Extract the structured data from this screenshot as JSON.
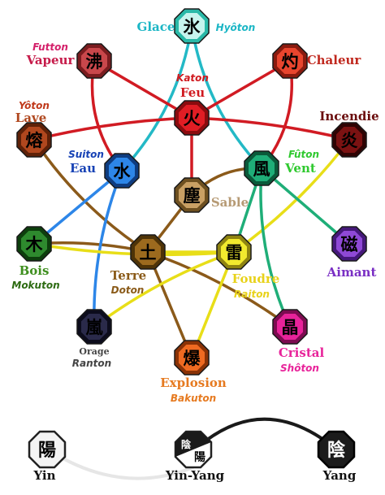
{
  "nodes": {
    "glace": {
      "kanji": "氷",
      "label": "Glace",
      "sub": "Hyôton",
      "fill": "#c7f4ee",
      "ring": "#2ab9a8",
      "text": "#000000",
      "label_color": "#1bb6c5",
      "sub_color": "#1bb6c5"
    },
    "vapeur": {
      "kanji": "沸",
      "label": "Vapeur",
      "sub": "Futton",
      "fill": "#c9474b",
      "ring": "#7a1c1f",
      "text": "#000000",
      "label_color": "#c61b4a",
      "sub_color": "#d4206a"
    },
    "chaleur": {
      "kanji": "灼",
      "label": "Chaleur",
      "sub": "",
      "fill": "#e8452e",
      "ring": "#8a1a0e",
      "text": "#000000",
      "label_color": "#c0281e",
      "sub_color": "#c0281e"
    },
    "feu": {
      "kanji": "火",
      "label": "Feu",
      "sub": "Katon",
      "fill": "#e01d24",
      "ring": "#8b0b0e",
      "text": "#000000",
      "label_color": "#d01a20",
      "sub_color": "#d01a20"
    },
    "lave": {
      "kanji": "熔",
      "label": "Lave",
      "sub": "Yôton",
      "fill": "#b0471e",
      "ring": "#5e2108",
      "text": "#000000",
      "label_color": "#b0471e",
      "sub_color": "#c0391b"
    },
    "incendie": {
      "kanji": "炎",
      "label": "Incendie",
      "sub": "",
      "fill": "#7b1212",
      "ring": "#2f0404",
      "text": "#000000",
      "label_color": "#6a0c0c",
      "sub_color": "#6a0c0c"
    },
    "eau": {
      "kanji": "水",
      "label": "Eau",
      "sub": "Suiton",
      "fill": "#2d86e8",
      "ring": "#0e3c80",
      "text": "#000000",
      "label_color": "#1742b5",
      "sub_color": "#1742b5"
    },
    "vent": {
      "kanji": "風",
      "label": "Vent",
      "sub": "Fûton",
      "fill": "#1fae78",
      "ring": "#0a5a3a",
      "text": "#000000",
      "label_color": "#2fc92f",
      "sub_color": "#2fc92f"
    },
    "sable": {
      "kanji": "塵",
      "label": "Sable",
      "sub": "",
      "fill": "#c9a064",
      "ring": "#6e5020",
      "text": "#000000",
      "label_color": "#b69a74",
      "sub_color": "#b69a74"
    },
    "bois": {
      "kanji": "木",
      "label": "Bois",
      "sub": "Mokuton",
      "fill": "#2e8a2e",
      "ring": "#0d3f0d",
      "text": "#000000",
      "label_color": "#3f8f1f",
      "sub_color": "#2d6b12"
    },
    "terre": {
      "kanji": "土",
      "label": "Terre",
      "sub": "Doton",
      "fill": "#9c6a1e",
      "ring": "#4e3307",
      "text": "#000000",
      "label_color": "#8a5a18",
      "sub_color": "#8a5a18"
    },
    "foudre": {
      "kanji": "雷",
      "label": "Foudre",
      "sub": "Raiton",
      "fill": "#f2ea2e",
      "ring": "#8f8410",
      "text": "#000000",
      "label_color": "#e8d21a",
      "sub_color": "#e8d21a"
    },
    "aimant": {
      "kanji": "磁",
      "label": "Aimant",
      "sub": "",
      "fill": "#8f49d6",
      "ring": "#45187a",
      "text": "#000000",
      "label_color": "#7a2fc4",
      "sub_color": "#7a2fc4"
    },
    "orage": {
      "kanji": "嵐",
      "label": "Orage",
      "sub": "Ranton",
      "fill": "#2a2a4a",
      "ring": "#0c0c1c",
      "text": "#000000",
      "label_color": "#444444",
      "sub_color": "#444444"
    },
    "explosion": {
      "kanji": "爆",
      "label": "Explosion",
      "sub": "Bakuton",
      "fill": "#ef6a21",
      "ring": "#8a3206",
      "text": "#000000",
      "label_color": "#e67a20",
      "sub_color": "#e67a20"
    },
    "cristal": {
      "kanji": "晶",
      "label": "Cristal",
      "sub": "Shôton",
      "fill": "#e8239a",
      "ring": "#7e0b51",
      "text": "#000000",
      "label_color": "#e8239a",
      "sub_color": "#e8239a"
    }
  },
  "yinyang": {
    "yin": {
      "kanji": "陽",
      "label": "Yin"
    },
    "yinyang": {
      "kanji_left": "陰",
      "kanji_right": "陽",
      "label": "Yin-Yang"
    },
    "yang": {
      "kanji": "陰",
      "label": "Yang"
    }
  },
  "links": [
    {
      "from": "glace",
      "to": "eau",
      "color": "#23b9c6"
    },
    {
      "from": "glace",
      "to": "vent",
      "color": "#23b9c6"
    },
    {
      "from": "vapeur",
      "to": "feu",
      "color": "#d11b23"
    },
    {
      "from": "vapeur",
      "to": "eau",
      "color": "#d11b23"
    },
    {
      "from": "chaleur",
      "to": "feu",
      "color": "#d11b23"
    },
    {
      "from": "chaleur",
      "to": "vent",
      "color": "#d11b23"
    },
    {
      "from": "lave",
      "to": "feu",
      "color": "#d11b23"
    },
    {
      "from": "incendie",
      "to": "feu",
      "color": "#d11b23"
    },
    {
      "from": "feu",
      "to": "sable",
      "color": "#d11b23"
    },
    {
      "from": "lave",
      "to": "terre",
      "color": "#8b5a1a"
    },
    {
      "from": "sable",
      "to": "vent",
      "color": "#8b5a1a"
    },
    {
      "from": "sable",
      "to": "terre",
      "color": "#8b5a1a"
    },
    {
      "from": "bois",
      "to": "eau",
      "color": "#2d86e8"
    },
    {
      "from": "bois",
      "to": "terre",
      "color": "#8b5a1a"
    },
    {
      "from": "eau",
      "to": "orage",
      "color": "#2d86e8"
    },
    {
      "from": "terre",
      "to": "explosion",
      "color": "#8b5a1a"
    },
    {
      "from": "terre",
      "to": "cristal",
      "color": "#8b5a1a"
    },
    {
      "from": "foudre",
      "to": "terre",
      "color": "#e8de18"
    },
    {
      "from": "foudre",
      "to": "orage",
      "color": "#e8de18"
    },
    {
      "from": "foudre",
      "to": "explosion",
      "color": "#e8de18"
    },
    {
      "from": "foudre",
      "to": "incendie",
      "color": "#e8de18"
    },
    {
      "from": "vent",
      "to": "aimant",
      "color": "#1fae78"
    },
    {
      "from": "vent",
      "to": "cristal",
      "color": "#1fae78"
    },
    {
      "from": "vent",
      "to": "foudre",
      "color": "#1fae78"
    },
    {
      "from": "foudre",
      "to": "bois",
      "color": "#e8de18"
    }
  ]
}
